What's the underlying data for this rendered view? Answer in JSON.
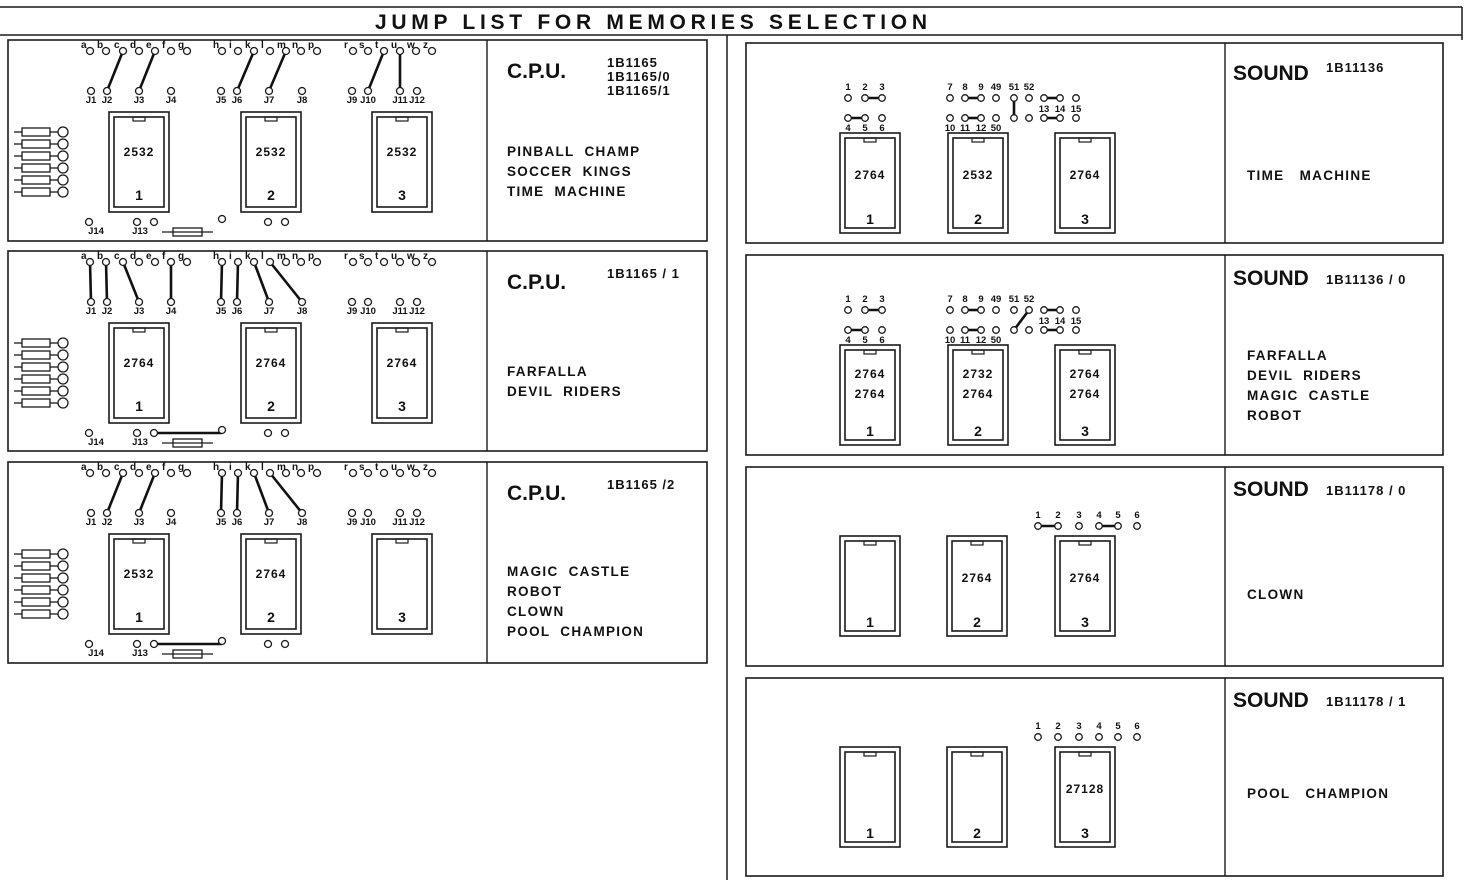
{
  "title": "JUMP LIST FOR MEMORIES SELECTION",
  "cpu_pin_labels": {
    "top": [
      "a",
      "b",
      "c",
      "d",
      "e",
      "f",
      "g",
      "h",
      "i",
      "k",
      "l",
      "m",
      "n",
      "p",
      "r",
      "s",
      "t",
      "u",
      "w",
      "z"
    ],
    "jumpers": [
      "J1",
      "J2",
      "J3",
      "J4",
      "J5",
      "J6",
      "J7",
      "J8",
      "J9",
      "J10",
      "J11",
      "J12"
    ],
    "j13": "J13",
    "j14": "J14"
  },
  "cpu_boards": [
    {
      "heading": "C.P.U.",
      "codes": [
        "1B1165",
        "1B1165/0",
        "1B1165/1"
      ],
      "games": [
        "PINBALL  CHAMP",
        "SOCCER  KINGS",
        "TIME  MACHINE"
      ],
      "chips": [
        {
          "type": "2532",
          "slot": "1"
        },
        {
          "type": "2532",
          "slot": "2"
        },
        {
          "type": "2532",
          "slot": "3"
        }
      ],
      "jumpers": [
        [
          "c",
          "J2"
        ],
        [
          "e",
          "J3"
        ],
        [
          "k",
          "J6"
        ],
        [
          "m",
          "J7"
        ],
        [
          "t",
          "J10"
        ],
        [
          "u",
          "J11"
        ]
      ],
      "j13_link": false
    },
    {
      "heading": "C.P.U.",
      "codes": [
        "1B1165 / 1"
      ],
      "games": [
        "FARFALLA",
        "DEVIL  RIDERS"
      ],
      "chips": [
        {
          "type": "2764",
          "slot": "1"
        },
        {
          "type": "2764",
          "slot": "2"
        },
        {
          "type": "2764",
          "slot": "3"
        }
      ],
      "jumpers": [
        [
          "a",
          "J1"
        ],
        [
          "b",
          "J2"
        ],
        [
          "c",
          "J3"
        ],
        [
          "f",
          "J4"
        ],
        [
          "h",
          "J5"
        ],
        [
          "i",
          "J6"
        ],
        [
          "k",
          "J7"
        ],
        [
          "l",
          "J8"
        ]
      ],
      "j13_link": true
    },
    {
      "heading": "C.P.U.",
      "codes": [
        "1B1165 /2"
      ],
      "games": [
        "MAGIC  CASTLE",
        "ROBOT",
        "CLOWN",
        "POOL  CHAMPION"
      ],
      "chips": [
        {
          "type": "2532",
          "slot": "1"
        },
        {
          "type": "2764",
          "slot": "2"
        },
        {
          "type": "",
          "slot": "3"
        }
      ],
      "jumpers": [
        [
          "c",
          "J2"
        ],
        [
          "e",
          "J3"
        ],
        [
          "h",
          "J5"
        ],
        [
          "i",
          "J6"
        ],
        [
          "k",
          "J7"
        ],
        [
          "l",
          "J8"
        ]
      ],
      "j13_link": true
    }
  ],
  "sound_boards": [
    {
      "heading": "SOUND",
      "code": "1B11136",
      "games": [
        "TIME   MACHINE"
      ],
      "layout": "11136",
      "pins_top": [
        "1",
        "2",
        "3",
        "7",
        "8",
        "9",
        "49",
        "51",
        "52"
      ],
      "pins_mid": [
        "13",
        "14",
        "15"
      ],
      "pins_bottom": [
        "4",
        "5",
        "6",
        "10",
        "11",
        "12",
        "50"
      ],
      "links": [
        [
          "2",
          "3"
        ],
        [
          "4",
          "5"
        ],
        [
          "8",
          "9"
        ],
        [
          "11",
          "12"
        ],
        [
          "51",
          "51b"
        ],
        [
          "13a",
          "14a"
        ],
        [
          "13",
          "14"
        ]
      ],
      "chips": [
        {
          "types": [
            "2764"
          ],
          "slot": "1"
        },
        {
          "types": [
            "2532"
          ],
          "slot": "2"
        },
        {
          "types": [
            "2764"
          ],
          "slot": "3"
        }
      ]
    },
    {
      "heading": "SOUND",
      "code": "1B11136 / 0",
      "games": [
        "FARFALLA",
        "DEVIL  RIDERS",
        "MAGIC  CASTLE",
        "ROBOT"
      ],
      "layout": "11136",
      "pins_top": [
        "1",
        "2",
        "3",
        "7",
        "8",
        "9",
        "49",
        "51",
        "52"
      ],
      "pins_mid": [
        "13",
        "14",
        "15"
      ],
      "pins_bottom": [
        "4",
        "5",
        "6",
        "10",
        "11",
        "12",
        "50"
      ],
      "links": [
        [
          "2",
          "3"
        ],
        [
          "4",
          "5"
        ],
        [
          "8",
          "9"
        ],
        [
          "11",
          "12"
        ],
        [
          "52",
          "51b"
        ],
        [
          "13a",
          "14a"
        ],
        [
          "13",
          "14"
        ]
      ],
      "chips": [
        {
          "types": [
            "2764",
            "2764"
          ],
          "slot": "1"
        },
        {
          "types": [
            "2732",
            "2764"
          ],
          "slot": "2"
        },
        {
          "types": [
            "2764",
            "2764"
          ],
          "slot": "3"
        }
      ]
    },
    {
      "heading": "SOUND",
      "code": "1B11178 / 0",
      "games": [
        "CLOWN"
      ],
      "layout": "11178",
      "pins_top": [
        "1",
        "2",
        "3",
        "4",
        "5",
        "6"
      ],
      "pins_mid": [],
      "pins_bottom": [],
      "links": [
        [
          "1",
          "2"
        ],
        [
          "4",
          "5"
        ]
      ],
      "chips": [
        {
          "types": [],
          "slot": "1"
        },
        {
          "types": [
            "2764"
          ],
          "slot": "2"
        },
        {
          "types": [
            "2764"
          ],
          "slot": "3"
        }
      ]
    },
    {
      "heading": "SOUND",
      "code": "1B11178 / 1",
      "games": [
        "POOL   CHAMPION"
      ],
      "layout": "11178",
      "pins_top": [
        "1",
        "2",
        "3",
        "4",
        "5",
        "6"
      ],
      "pins_mid": [],
      "pins_bottom": [],
      "links": [],
      "chips": [
        {
          "types": [],
          "slot": "1"
        },
        {
          "types": [],
          "slot": "2"
        },
        {
          "types": [
            "27128"
          ],
          "slot": "3"
        }
      ]
    }
  ]
}
